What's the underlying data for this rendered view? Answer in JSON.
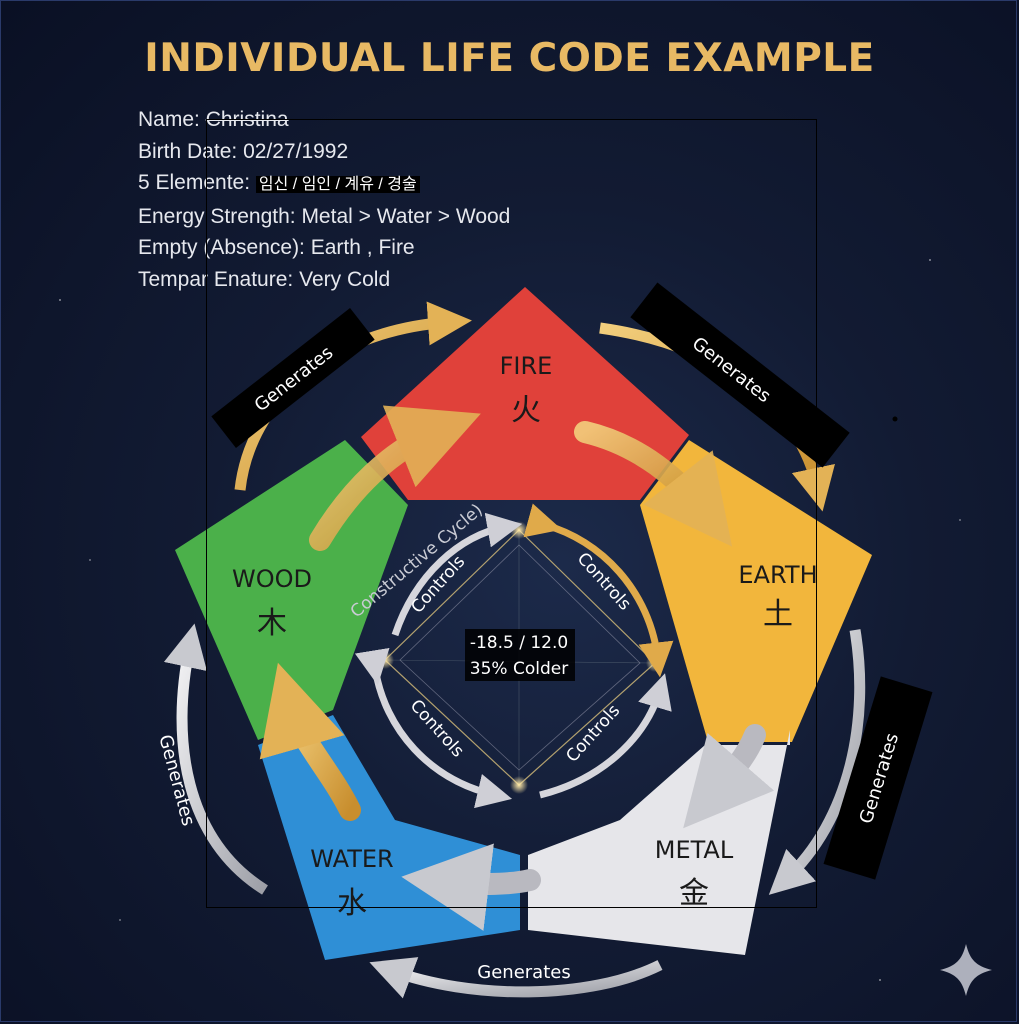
{
  "title": "INDIVIDUAL LIFE CODE EXAMPLE",
  "profile": {
    "name_label": "Name:",
    "name_value": "Christina",
    "birth_label": "Birth Date:",
    "birth_value": "02/27/1992",
    "elements_label": "5 Elemente:",
    "elements_value": "임신 / 임인 / 계유 / 경술",
    "energy_label": "Energy Strength:",
    "energy_value": "Metal > Water > Wood",
    "empty_label": "Empty (Absence):",
    "empty_value": "Earth  , Fire",
    "temp_label": "Tempar Enature:",
    "temp_value": "Very Cold"
  },
  "elements": {
    "fire": {
      "name": "FIRE",
      "glyph": "火",
      "color": "#e0413a"
    },
    "earth": {
      "name": "EARTH",
      "glyph": "土",
      "color": "#f2b63c"
    },
    "metal": {
      "name": "METAL",
      "glyph": "金",
      "color": "#e6e6ea"
    },
    "water": {
      "name": "WATER",
      "glyph": "水",
      "color": "#2f8fd6"
    },
    "wood": {
      "name": "WOOD",
      "glyph": "木",
      "color": "#4bb04a"
    }
  },
  "cycle": {
    "generates": "Generates",
    "controls": "Controls",
    "constructive": "Constructive Cycle)"
  },
  "center": {
    "line1": "-18.5 / 12.0",
    "line2": "35% Colder"
  }
}
